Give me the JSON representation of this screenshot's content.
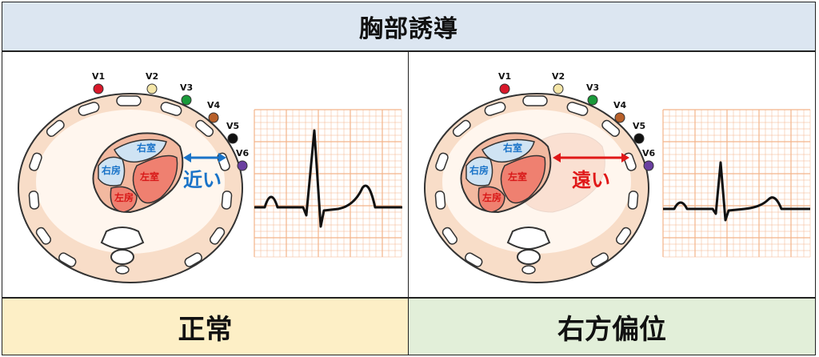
{
  "title": "胸部誘導",
  "leads": [
    "V1",
    "V2",
    "V3",
    "V4",
    "V5",
    "V6"
  ],
  "lead_colors": [
    "#d9182a",
    "#f5e6a8",
    "#1a9a3a",
    "#b8602a",
    "#111111",
    "#6a3fa0"
  ],
  "chambers": {
    "right_ventricle": "右室",
    "right_atrium": "右房",
    "left_ventricle": "左室",
    "left_atrium": "左房"
  },
  "panels": {
    "normal": {
      "distance_label": "近い",
      "footer": "正常"
    },
    "shifted": {
      "distance_label": "遠い",
      "footer": "右方偏位"
    }
  },
  "colors": {
    "header_bg": "#dce6f1",
    "normal_footer_bg": "#fdefc6",
    "shifted_footer_bg": "#e2efd9",
    "near_arrow": "#1a73c8",
    "far_arrow": "#e01818"
  }
}
